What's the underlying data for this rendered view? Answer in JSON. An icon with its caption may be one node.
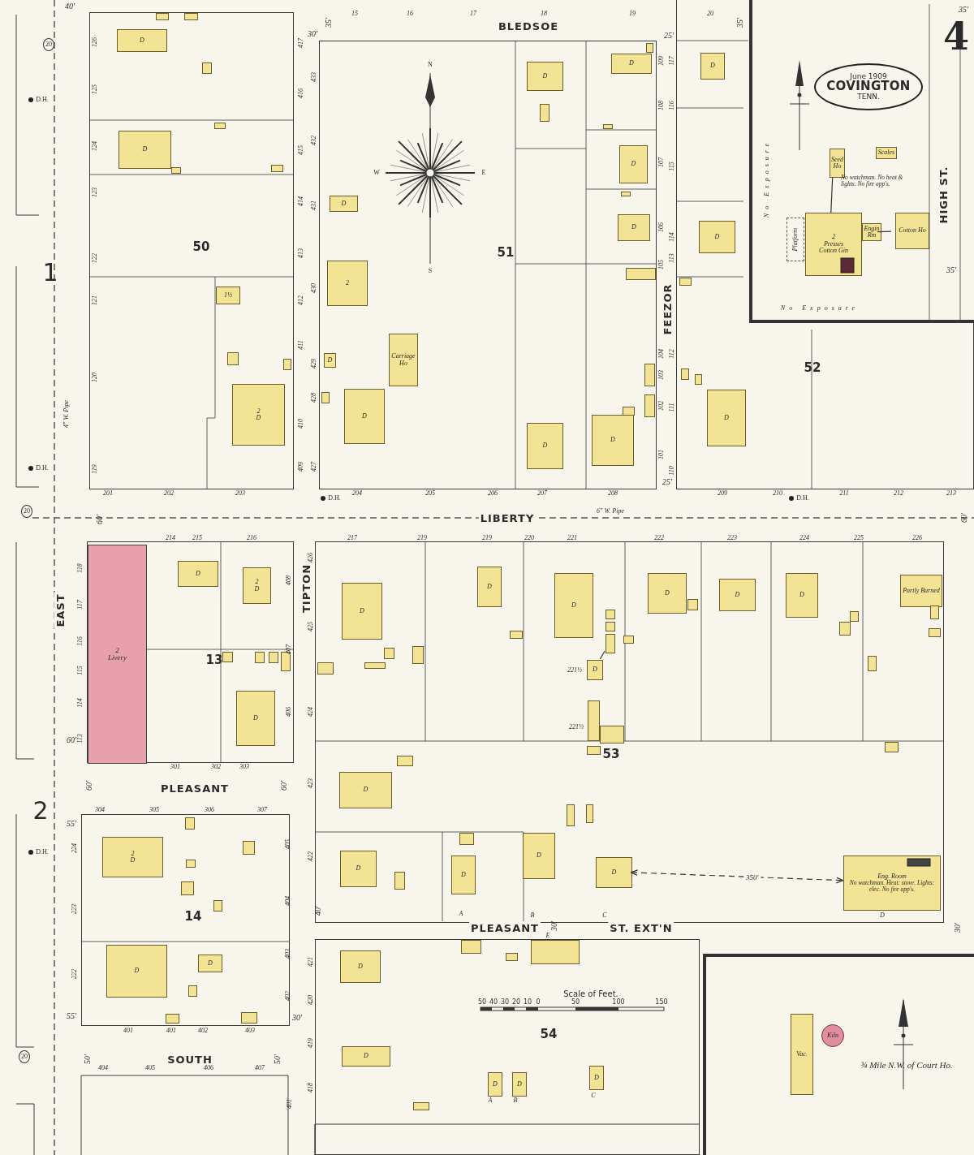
{
  "diagram": {
    "nodes": [
      {
        "text": [
          "50"
        ]
      },
      {
        "text": [
          "51"
        ]
      },
      {
        "text": [
          "52"
        ]
      },
      {
        "text": [],
        "shape": "box",
        "in": 2
      },
      {
        "text": [
          "June 1909",
          "COVINGTON",
          "TENN."
        ],
        "in": 3
      },
      {
        "text": [
          "Seed Ho"
        ],
        "in": 3
      },
      {
        "text": [
          "Scales"
        ],
        "in": 3
      },
      {
        "text": [
          "Platform"
        ],
        "in": 3
      },
      {
        "text": [
          "2",
          "Presses",
          "Cotton Gin"
        ],
        "in": 3
      },
      {
        "text": [
          "Engin Rm"
        ],
        "in": 3
      },
      {
        "text": [
          "Cotton Ho"
        ],
        "in": 3
      },
      {
        "text": [
          "13"
        ]
      },
      {
        "text": [
          "2",
          "Livery"
        ],
        "in": 11
      },
      {
        "text": [
          "14"
        ]
      },
      {
        "text": [
          "53"
        ]
      },
      {
        "text": [
          "54"
        ]
      },
      {
        "text": [],
        "shape": "box"
      },
      {
        "text": [
          "Vac."
        ],
        "in": 16
      },
      {
        "text": [
          "Kiln"
        ],
        "in": 16
      },
      {
        "text": [
          "D"
        ],
        "in": 0
      },
      {
        "text": [
          "D"
        ],
        "in": 0
      },
      {
        "text": [
          "1½"
        ],
        "in": 0
      },
      {
        "text": [
          "2",
          "D"
        ],
        "in": 0
      },
      {
        "text": [
          "D"
        ],
        "in": 1
      },
      {
        "text": [
          "2"
        ],
        "in": 1
      },
      {
        "text": [
          "Carriage Ho"
        ],
        "in": 1
      },
      {
        "text": [
          "D"
        ],
        "in": 1
      },
      {
        "text": [
          "D"
        ],
        "in": 1
      },
      {
        "text": [
          "D"
        ],
        "in": 1
      },
      {
        "text": [
          "D"
        ],
        "in": 1
      },
      {
        "text": [
          "D"
        ],
        "in": 1
      },
      {
        "text": [
          "D"
        ],
        "in": 1
      },
      {
        "text": [
          "D"
        ],
        "in": 1
      },
      {
        "text": [
          "D"
        ],
        "in": 1
      },
      {
        "text": [
          "D"
        ],
        "in": 2
      },
      {
        "text": [
          "D"
        ],
        "in": 2
      },
      {
        "text": [
          "D"
        ],
        "in": 2
      },
      {
        "text": [
          "D"
        ],
        "in": 11
      },
      {
        "text": [
          "2",
          "D"
        ],
        "in": 11
      },
      {
        "text": [
          "D"
        ],
        "in": 11
      },
      {
        "text": [
          "D"
        ],
        "in": 14
      },
      {
        "text": [
          "D"
        ],
        "in": 14
      },
      {
        "text": [
          "D"
        ],
        "in": 14
      },
      {
        "text": [
          "D"
        ],
        "in": 14
      },
      {
        "text": [
          "D"
        ],
        "in": 14
      },
      {
        "text": [
          "D"
        ],
        "in": 14
      },
      {
        "text": [
          "Partly Burned"
        ],
        "in": 14
      },
      {
        "text": [
          "D"
        ],
        "in": 14
      },
      {
        "text": [
          "D"
        ],
        "in": 14
      },
      {
        "text": [
          "D"
        ],
        "in": 14
      },
      {
        "text": [
          "D"
        ],
        "in": 14
      },
      {
        "text": [
          "D"
        ],
        "in": 14
      },
      {
        "text": [
          "D"
        ],
        "in": 14
      },
      {
        "text": [
          "Eng. Room",
          "No watchman. Heat: stove. Lights: elec. No fire app's."
        ],
        "in": 14
      },
      {
        "text": [
          "2",
          "D"
        ],
        "in": 13
      },
      {
        "text": [
          "D"
        ],
        "in": 13
      },
      {
        "text": [
          "D"
        ],
        "in": 13
      },
      {
        "text": [],
        "shape": "box",
        "in": 15
      },
      {
        "text": [
          "D"
        ],
        "in": 15
      },
      {
        "text": [
          "D"
        ],
        "in": 15
      },
      {
        "text": [
          "D"
        ],
        "in": 15
      },
      {
        "text": [
          "D"
        ],
        "in": 15
      },
      {
        "text": [
          "D"
        ],
        "in": 15
      },
      {
        "text": [],
        "shape": "box",
        "in": 0
      },
      {
        "text": [],
        "shape": "box",
        "in": 0
      },
      {
        "text": [],
        "shape": "box",
        "in": 0
      },
      {
        "text": [],
        "shape": "box",
        "in": 0
      },
      {
        "text": [],
        "shape": "box",
        "in": 0
      },
      {
        "text": [],
        "shape": "box",
        "in": 0
      },
      {
        "text": [],
        "shape": "box",
        "in": 0
      },
      {
        "text": [],
        "shape": "box",
        "in": 0
      },
      {
        "text": [],
        "shape": "box",
        "in": 1
      },
      {
        "text": [],
        "shape": "box",
        "in": 1
      },
      {
        "text": [],
        "shape": "box",
        "in": 1
      },
      {
        "text": [],
        "shape": "box",
        "in": 1
      },
      {
        "text": [],
        "shape": "box",
        "in": 1
      },
      {
        "text": [],
        "shape": "box",
        "in": 1
      },
      {
        "text": [],
        "shape": "box",
        "in": 1
      },
      {
        "text": [],
        "shape": "box",
        "in": 1
      },
      {
        "text": [],
        "shape": "box",
        "in": 1
      },
      {
        "text": [],
        "shape": "box",
        "in": 2
      },
      {
        "text": [],
        "shape": "box",
        "in": 2
      },
      {
        "text": [],
        "shape": "box",
        "in": 2
      },
      {
        "text": [],
        "shape": "box",
        "in": 11
      },
      {
        "text": [],
        "shape": "box",
        "in": 11
      },
      {
        "text": [],
        "shape": "box",
        "in": 11
      },
      {
        "text": [],
        "shape": "box",
        "in": 11
      },
      {
        "text": [],
        "shape": "box",
        "in": 14
      },
      {
        "text": [],
        "shape": "box",
        "in": 14
      },
      {
        "text": [],
        "shape": "box",
        "in": 14
      },
      {
        "text": [],
        "shape": "box",
        "in": 14
      },
      {
        "text": [],
        "shape": "box",
        "in": 14
      },
      {
        "text": [],
        "shape": "box",
        "in": 14
      },
      {
        "text": [],
        "shape": "box",
        "in": 14
      },
      {
        "text": [],
        "shape": "box",
        "in": 14
      },
      {
        "text": [],
        "shape": "box",
        "in": 14
      },
      {
        "text": [],
        "shape": "box",
        "in": 14
      },
      {
        "text": [],
        "shape": "box",
        "in": 14
      },
      {
        "text": [],
        "shape": "box",
        "in": 14
      },
      {
        "text": [],
        "shape": "box",
        "in": 14
      },
      {
        "text": [],
        "shape": "box",
        "in": 14
      },
      {
        "text": [],
        "shape": "box",
        "in": 14
      },
      {
        "text": [],
        "shape": "box",
        "in": 14
      },
      {
        "text": [],
        "shape": "box",
        "in": 14
      },
      {
        "text": [],
        "shape": "box",
        "in": 14
      },
      {
        "text": [],
        "shape": "box",
        "in": 14
      },
      {
        "text": [],
        "shape": "box",
        "in": 14
      },
      {
        "text": [],
        "shape": "box",
        "in": 14
      },
      {
        "text": [],
        "shape": "box",
        "in": 14
      },
      {
        "text": [],
        "shape": "box",
        "in": 14
      },
      {
        "text": [],
        "shape": "box",
        "in": 14
      },
      {
        "text": [],
        "shape": "box",
        "in": 13
      },
      {
        "text": [],
        "shape": "box",
        "in": 13
      },
      {
        "text": [],
        "shape": "box",
        "in": 13
      },
      {
        "text": [],
        "shape": "box",
        "in": 13
      },
      {
        "text": [],
        "shape": "box",
        "in": 13
      },
      {
        "text": [],
        "shape": "box",
        "in": 13
      },
      {
        "text": [],
        "shape": "box",
        "in": 13
      },
      {
        "text": [],
        "shape": "box",
        "in": 13
      },
      {
        "text": [],
        "shape": "box",
        "in": 15
      },
      {
        "text": [],
        "shape": "box",
        "in": 15
      },
      {
        "text": [],
        "shape": "box",
        "in": 15
      }
    ],
    "edges": [
      {
        "from": 5,
        "to": 8,
        "arrow": "none"
      },
      {
        "from": 9,
        "to": 10,
        "arrow": "none"
      },
      {
        "from": 52,
        "to": 53,
        "arrow": "both",
        "style": "dashed",
        "label": "350'"
      },
      {
        "from": 94,
        "to": 47,
        "arrow": "none"
      }
    ],
    "labels": [
      "BLEDSOE",
      "35'",
      "35'",
      "15",
      "16",
      "17",
      "18",
      "19",
      "20",
      "40'",
      "20",
      "30'",
      "126",
      "125",
      "124",
      "123",
      "122",
      "121",
      "120",
      "119",
      "417",
      "416",
      "415",
      "414",
      "413",
      "412",
      "411",
      "410",
      "409",
      "433",
      "432",
      "431",
      "430",
      "429",
      "428",
      "427",
      "25'",
      "109",
      "108",
      "107",
      "106",
      "105",
      "104",
      "103",
      "102",
      "101",
      "117",
      "116",
      "115",
      "114",
      "113",
      "112",
      "111",
      "110",
      "FEEZOR",
      "25'",
      "201",
      "202",
      "203",
      "204",
      "205",
      "206",
      "207",
      "208",
      "209",
      "210",
      "211",
      "212",
      "213",
      "D.H.",
      "D.H.",
      "D.H.",
      "D.H.",
      "4\" W. Pipe",
      "1",
      "LIBERTY",
      "6\" W. Pipe",
      "60'",
      "60'",
      "20",
      "214",
      "215",
      "216",
      "118",
      "117",
      "116",
      "115",
      "114",
      "113",
      "408",
      "407",
      "406",
      "301",
      "302",
      "303",
      "EAST",
      "TIPTON",
      "60'",
      "60'",
      "PLEASANT",
      "60'",
      "2",
      "55'",
      "217",
      "219",
      "219",
      "220",
      "221",
      "222",
      "223",
      "224",
      "225",
      "226",
      "426",
      "425",
      "424",
      "423",
      "422",
      "421",
      "420",
      "419",
      "418",
      "221½",
      "221½",
      "304",
      "305",
      "306",
      "307",
      "224",
      "223",
      "222",
      "405",
      "404",
      "403",
      "402",
      "401",
      "401",
      "402",
      "403",
      "55'",
      "30'",
      "40'",
      "SOUTH",
      "50'",
      "50'",
      "20",
      "404",
      "405",
      "406",
      "407",
      "401",
      "A",
      "B",
      "C",
      "D",
      "PLEASANT",
      "30'",
      "ST. EXT'N",
      "E",
      "30'",
      "Scale of Feet.",
      "50",
      "40",
      "30",
      "20",
      "10",
      "0",
      "50",
      "100",
      "150",
      "A",
      "B",
      "C",
      "4",
      "35'",
      "35'",
      "HIGH ST.",
      "No Exposure",
      "No Exposure",
      "No watchman. No heat & lights. No fire app's.",
      "¾ Mile N.W. of Court Ho.",
      "N",
      "S",
      "W",
      "E",
      "D.H."
    ]
  }
}
